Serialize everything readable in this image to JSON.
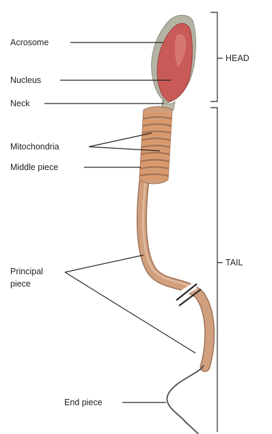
{
  "labels": {
    "acrosome": "Acrosome",
    "nucleus": "Nucleus",
    "neck": "Neck",
    "mitochondria": "Mitochondria",
    "middle_piece": "Middle piece",
    "principal_piece_line1": "Principal",
    "principal_piece_line2": "piece",
    "end_piece": "End piece"
  },
  "regions": {
    "head": "HEAD",
    "tail": "TAIL"
  },
  "colors": {
    "acrosome": "#a9a99a",
    "nucleus": "#c85a58",
    "tail": "#cf9f7e",
    "mitochondria": "#e0955f",
    "line": "#222222"
  }
}
